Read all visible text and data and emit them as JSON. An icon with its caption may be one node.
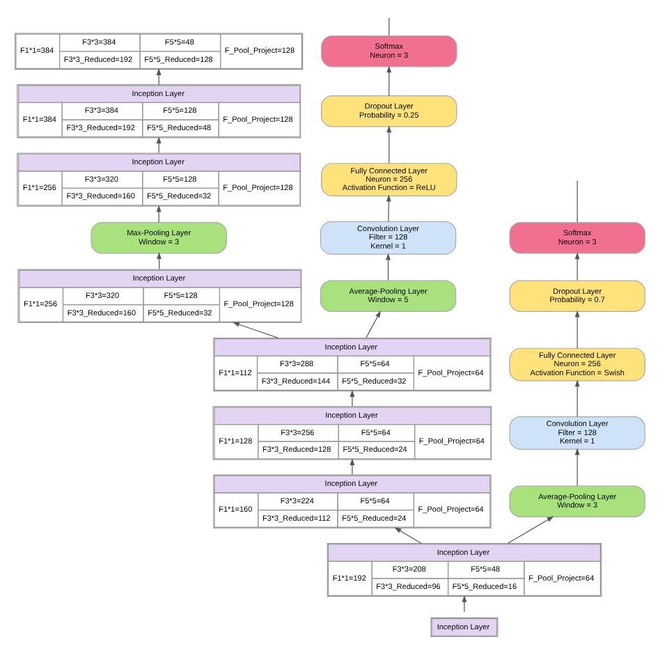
{
  "diagram": {
    "nodes": [
      {
        "text": [
          "F1*1=384",
          "F3*3=384",
          "F5*5=48",
          "F_Pool_Project=128",
          "F3*3_Reduced=192",
          "F5*5_Reduced=128"
        ]
      },
      {
        "text": [
          "Inception Layer",
          "F1*1=384",
          "F3*3=384",
          "F5*5=128",
          "F_Pool_Project=128",
          "F3*3_Reduced=192",
          "F5*5_Reduced=48"
        ]
      },
      {
        "text": [
          "Softmax",
          "Neuron = 3"
        ]
      },
      {
        "text": [
          "Dropout Layer",
          "Probability = 0.25"
        ]
      },
      {
        "text": [
          "Inception Layer",
          "F1*1=256",
          "F3*3=320",
          "F5*5=128",
          "F_Pool_Project=128",
          "F3*3_Reduced=160",
          "F5*5_Reduced=32"
        ]
      },
      {
        "text": [
          "Fully Connected Layer",
          "Neuron = 256",
          "Activation Function = ReLU"
        ]
      },
      {
        "text": [
          "Max-Pooling Layer",
          "Window = 3"
        ]
      },
      {
        "text": [
          "Convolution Layer",
          "Filter = 128",
          "Kernel = 1"
        ]
      },
      {
        "text": [
          "Inception Layer",
          "F1*1=256",
          "F3*3=320",
          "F5*5=128",
          "F_Pool_Project=128",
          "F3*3_Reduced=160",
          "F5*5_Reduced=32"
        ]
      },
      {
        "text": [
          "Average-Pooling Layer",
          "Window = 5"
        ]
      },
      {
        "text": [
          "Softmax",
          "Neuron = 3"
        ]
      },
      {
        "text": [
          "Inception Layer",
          "F1*1=112",
          "F3*3=288",
          "F5*5=64",
          "F_Pool_Project=64",
          "F3*3_Reduced=144",
          "F5*5_Reduced=32"
        ]
      },
      {
        "text": [
          "Dropout Layer",
          "Probability = 0.7"
        ]
      },
      {
        "text": [
          "Fully Connected Layer",
          "Neuron = 256",
          "Activation Function = Swish"
        ]
      },
      {
        "text": [
          "Inception Layer",
          "F1*1=128",
          "F3*3=256",
          "F5*5=64",
          "F_Pool_Project=64",
          "F3*3_Reduced=128",
          "F5*5_Reduced=24"
        ]
      },
      {
        "text": [
          "Convolution Layer",
          "Filter = 128",
          "Kernel = 1"
        ]
      },
      {
        "text": [
          "Inception Layer",
          "F1*1=160",
          "F3*3=224",
          "F5*5=64",
          "F_Pool_Project=64",
          "F3*3_Reduced=112",
          "F5*5_Reduced=24"
        ]
      },
      {
        "text": [
          "Average-Pooling Layer",
          "Window = 3"
        ]
      },
      {
        "text": [
          "Inception Layer",
          "F1*1=192",
          "F3*3=208",
          "F5*5=48",
          "F_Pool_Project=64",
          "F3*3_Reduced=96",
          "F5*5_Reduced=16"
        ]
      },
      {
        "text": [
          "Inception Layer"
        ]
      }
    ],
    "edges": [
      {
        "from": 19,
        "to": 18,
        "arrow": "to"
      },
      {
        "from": 18,
        "to": 16,
        "arrow": "to"
      },
      {
        "from": 16,
        "to": 14,
        "arrow": "to"
      },
      {
        "from": 14,
        "to": 11,
        "arrow": "to"
      },
      {
        "from": 11,
        "to": 8,
        "arrow": "to"
      },
      {
        "from": 8,
        "to": 6,
        "arrow": "to"
      },
      {
        "from": 6,
        "to": 4,
        "arrow": "to"
      },
      {
        "from": 4,
        "to": 1,
        "arrow": "to"
      },
      {
        "from": 1,
        "to": 0,
        "arrow": "to"
      },
      {
        "from": 11,
        "to": 9,
        "arrow": "to"
      },
      {
        "from": 9,
        "to": 7,
        "arrow": "to"
      },
      {
        "from": 7,
        "to": 5,
        "arrow": "to"
      },
      {
        "from": 5,
        "to": 3,
        "arrow": "to"
      },
      {
        "from": 3,
        "to": 2,
        "arrow": "to"
      },
      {
        "from": 2,
        "to": null,
        "arrow": "none"
      },
      {
        "from": 18,
        "to": 17,
        "arrow": "to"
      },
      {
        "from": 17,
        "to": 15,
        "arrow": "to"
      },
      {
        "from": 15,
        "to": 13,
        "arrow": "to"
      },
      {
        "from": 13,
        "to": 12,
        "arrow": "to"
      },
      {
        "from": 12,
        "to": 10,
        "arrow": "to"
      },
      {
        "from": 10,
        "to": null,
        "arrow": "none"
      }
    ]
  }
}
